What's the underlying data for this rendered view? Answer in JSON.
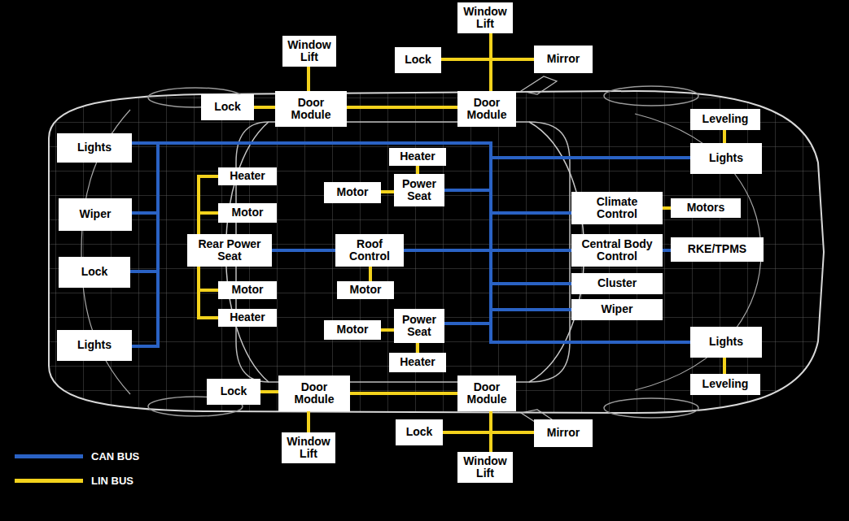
{
  "diagram": {
    "nodes": [
      {
        "text": [
          "Window Lift"
        ]
      },
      {
        "text": [
          "Window Lift"
        ]
      },
      {
        "text": [
          "Lock"
        ]
      },
      {
        "text": [
          "Mirror"
        ]
      },
      {
        "text": [
          "Lock"
        ]
      },
      {
        "text": [
          "Door Module"
        ]
      },
      {
        "text": [
          "Door Module"
        ]
      },
      {
        "text": [
          "Leveling"
        ]
      },
      {
        "text": [
          "Lights"
        ]
      },
      {
        "text": [
          "Heater"
        ]
      },
      {
        "text": [
          "Lights"
        ]
      },
      {
        "text": [
          "Heater"
        ]
      },
      {
        "text": [
          "Power Seat"
        ]
      },
      {
        "text": [
          "Motor"
        ]
      },
      {
        "text": [
          "Climate Control"
        ]
      },
      {
        "text": [
          "Motors"
        ]
      },
      {
        "text": [
          "Wiper"
        ]
      },
      {
        "text": [
          "Motor"
        ]
      },
      {
        "text": [
          "Rear Power Seat"
        ]
      },
      {
        "text": [
          "Roof Control"
        ]
      },
      {
        "text": [
          "Central Body Control"
        ]
      },
      {
        "text": [
          "RKE/TPMS"
        ]
      },
      {
        "text": [
          "Lock"
        ]
      },
      {
        "text": [
          "Cluster"
        ]
      },
      {
        "text": [
          "Motor"
        ]
      },
      {
        "text": [
          "Motor"
        ]
      },
      {
        "text": [
          "Wiper"
        ]
      },
      {
        "text": [
          "Heater"
        ]
      },
      {
        "text": [
          "Power Seat"
        ]
      },
      {
        "text": [
          "Motor"
        ]
      },
      {
        "text": [
          "Lights"
        ]
      },
      {
        "text": [
          "Lights"
        ]
      },
      {
        "text": [
          "Heater"
        ]
      },
      {
        "text": [
          "Leveling"
        ]
      },
      {
        "text": [
          "Door Module"
        ]
      },
      {
        "text": [
          "Lock"
        ]
      },
      {
        "text": [
          "Door Module"
        ]
      },
      {
        "text": [
          "Lock"
        ]
      },
      {
        "text": [
          "Mirror"
        ]
      },
      {
        "text": [
          "Window Lift"
        ]
      },
      {
        "text": [
          "Window Lift"
        ]
      }
    ],
    "edges": [
      {
        "from": 8,
        "to": 20,
        "arrow": "none"
      },
      {
        "from": 16,
        "to": 20,
        "arrow": "none"
      },
      {
        "from": 22,
        "to": 20,
        "arrow": "none"
      },
      {
        "from": 30,
        "to": 20,
        "arrow": "none"
      },
      {
        "from": 18,
        "to": 19,
        "arrow": "none"
      },
      {
        "from": 19,
        "to": 20,
        "arrow": "none"
      },
      {
        "from": 12,
        "to": 20,
        "arrow": "none"
      },
      {
        "from": 10,
        "to": 20,
        "arrow": "none"
      },
      {
        "from": 14,
        "to": 20,
        "arrow": "none"
      },
      {
        "from": 23,
        "to": 20,
        "arrow": "none"
      },
      {
        "from": 26,
        "to": 20,
        "arrow": "none"
      },
      {
        "from": 28,
        "to": 20,
        "arrow": "none"
      },
      {
        "from": 31,
        "to": 20,
        "arrow": "none"
      },
      {
        "from": 21,
        "to": 20,
        "arrow": "none"
      },
      {
        "from": 5,
        "to": 1,
        "arrow": "none"
      },
      {
        "from": 5,
        "to": 4,
        "arrow": "none"
      },
      {
        "from": 5,
        "to": 6,
        "arrow": "none"
      },
      {
        "from": 6,
        "to": 0,
        "arrow": "none"
      },
      {
        "from": 6,
        "to": 2,
        "arrow": "none"
      },
      {
        "from": 6,
        "to": 3,
        "arrow": "none"
      },
      {
        "from": 10,
        "to": 7,
        "arrow": "none"
      },
      {
        "from": 12,
        "to": 9,
        "arrow": "none"
      },
      {
        "from": 12,
        "to": 13,
        "arrow": "none"
      },
      {
        "from": 14,
        "to": 15,
        "arrow": "none"
      },
      {
        "from": 18,
        "to": 11,
        "arrow": "none"
      },
      {
        "from": 18,
        "to": 17,
        "arrow": "none"
      },
      {
        "from": 18,
        "to": 25,
        "arrow": "none"
      },
      {
        "from": 18,
        "to": 27,
        "arrow": "none"
      },
      {
        "from": 19,
        "to": 24,
        "arrow": "none"
      },
      {
        "from": 28,
        "to": 29,
        "arrow": "none"
      },
      {
        "from": 28,
        "to": 32,
        "arrow": "none"
      },
      {
        "from": 31,
        "to": 33,
        "arrow": "none"
      },
      {
        "from": 34,
        "to": 35,
        "arrow": "none"
      },
      {
        "from": 34,
        "to": 36,
        "arrow": "none"
      },
      {
        "from": 34,
        "to": 39,
        "arrow": "none"
      },
      {
        "from": 36,
        "to": 37,
        "arrow": "none"
      },
      {
        "from": 36,
        "to": 38,
        "arrow": "none"
      },
      {
        "from": 36,
        "to": 40,
        "arrow": "none"
      }
    ],
    "legend": [
      {
        "text": "CAN BUS",
        "color": "#2a62c4"
      },
      {
        "text": "LIN BUS",
        "color": "#f3d21c"
      }
    ]
  }
}
